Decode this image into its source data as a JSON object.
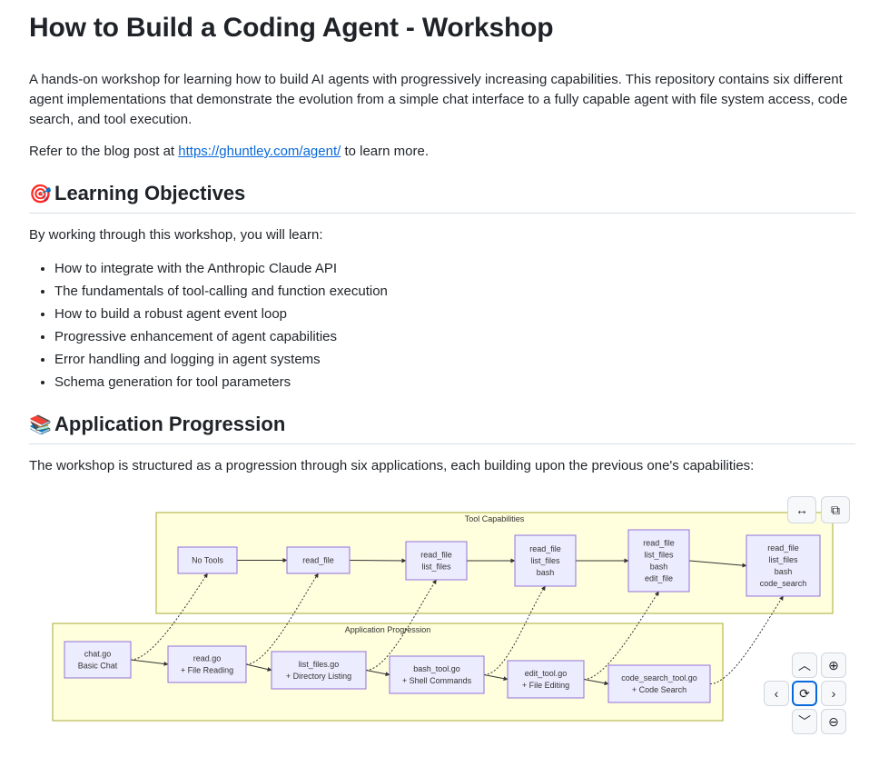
{
  "title": "How to Build a Coding Agent - Workshop",
  "intro": "A hands-on workshop for learning how to build AI agents with progressively increasing capabilities. This repository contains six different agent implementations that demonstrate the evolution from a simple chat interface to a fully capable agent with file system access, code search, and tool execution.",
  "refer": {
    "before": "Refer to the blog post at ",
    "link": "https://ghuntley.com/agent/",
    "after": " to learn more."
  },
  "objectives": {
    "emoji": "🎯",
    "heading": "Learning Objectives",
    "lead": "By working through this workshop, you will learn:",
    "items": [
      "How to integrate with the Anthropic Claude API",
      "The fundamentals of tool-calling and function execution",
      "How to build a robust agent event loop",
      "Progressive enhancement of agent capabilities",
      "Error handling and logging in agent systems",
      "Schema generation for tool parameters"
    ]
  },
  "progression": {
    "emoji": "📚",
    "heading": "Application Progression",
    "lead": "The workshop is structured as a progression through six applications, each building upon the previous one's capabilities:"
  },
  "diagram": {
    "tool_group_label": "Tool Capabilities",
    "app_group_label": "Application Progression",
    "tool_nodes": [
      [
        "No Tools"
      ],
      [
        "read_file"
      ],
      [
        "read_file",
        "list_files"
      ],
      [
        "read_file",
        "list_files",
        "bash"
      ],
      [
        "read_file",
        "list_files",
        "bash",
        "edit_file"
      ],
      [
        "read_file",
        "list_files",
        "bash",
        "code_search"
      ]
    ],
    "app_nodes": [
      [
        "chat.go",
        "Basic Chat"
      ],
      [
        "read.go",
        "+ File Reading"
      ],
      [
        "list_files.go",
        "+ Directory Listing"
      ],
      [
        "bash_tool.go",
        "+ Shell Commands"
      ],
      [
        "edit_tool.go",
        "+ File Editing"
      ],
      [
        "code_search_tool.go",
        "+ Code Search"
      ]
    ],
    "colors": {
      "group_fill": "#ffffde",
      "group_stroke": "#aaaa33",
      "node_fill": "#ececff",
      "node_stroke": "#9370db",
      "edge": "#333333"
    }
  },
  "controls": {
    "expand_icon": "expand-horizontal-icon",
    "copy_icon": "copy-icon",
    "up_icon": "chevron-up-icon",
    "down_icon": "chevron-down-icon",
    "left_icon": "chevron-left-icon",
    "right_icon": "chevron-right-icon",
    "reset_icon": "reset-icon",
    "zoom_in_icon": "zoom-in-icon",
    "zoom_out_icon": "zoom-out-icon"
  }
}
